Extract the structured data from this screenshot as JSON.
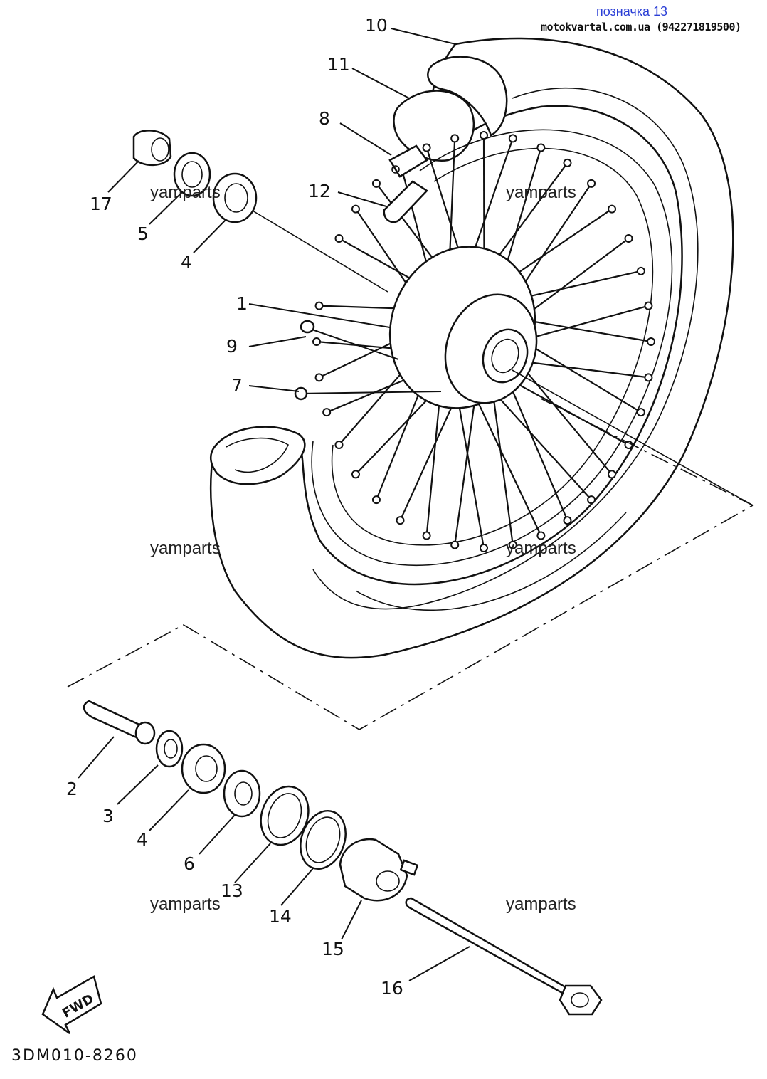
{
  "header": {
    "title": "позначка 13",
    "site": "motokvartal.com.ua (942271819500)"
  },
  "watermark": "yamparts",
  "diagram_code": "3DM010-8260",
  "fwd_label": "FWD",
  "callouts": [
    "1",
    "2",
    "3",
    "4",
    "4",
    "5",
    "6",
    "7",
    "8",
    "9",
    "10",
    "11",
    "12",
    "13",
    "14",
    "15",
    "16",
    "17"
  ]
}
